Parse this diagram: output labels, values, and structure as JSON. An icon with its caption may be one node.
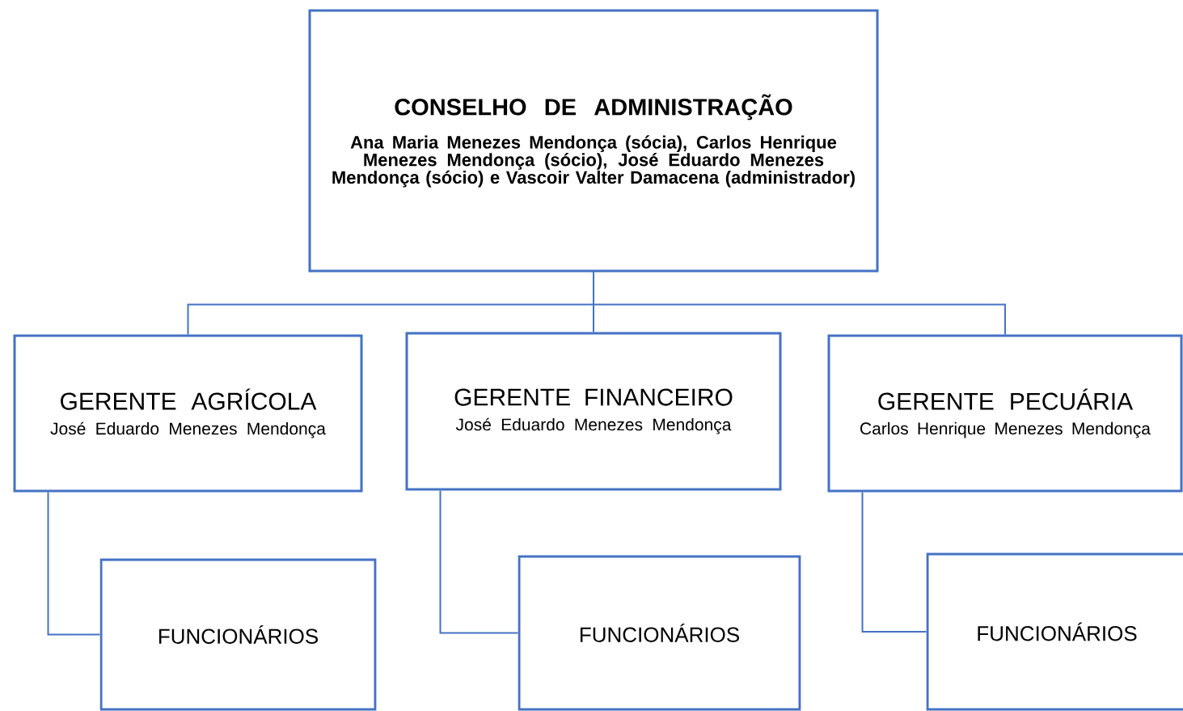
{
  "diagram": {
    "nodes": [
      {
        "text": [
          "CONSELHO DE ADMINISTRAÇÃO",
          "Ana Maria Menezes Mendonça (sócia), Carlos Henrique Menezes Mendonça (sócio), José Eduardo Menezes Mendonça (sócio) e Vascoir Valter Damacena (administrador)"
        ]
      },
      {
        "text": [
          "GERENTE AGRÍCOLA",
          "José Eduardo Menezes Mendonça"
        ]
      },
      {
        "text": [
          "GERENTE FINANCEIRO",
          "José Eduardo Menezes Mendonça"
        ]
      },
      {
        "text": [
          "GERENTE PECUÁRIA",
          "Carlos Henrique Menezes Mendonça"
        ]
      },
      {
        "text": [
          "FUNCIONÁRIOS"
        ]
      },
      {
        "text": [
          "FUNCIONÁRIOS"
        ]
      },
      {
        "text": [
          "FUNCIONÁRIOS"
        ]
      }
    ],
    "edges": [
      {
        "from": 0,
        "to": 1,
        "arrow": "none"
      },
      {
        "from": 0,
        "to": 2,
        "arrow": "none"
      },
      {
        "from": 0,
        "to": 3,
        "arrow": "none"
      },
      {
        "from": 1,
        "to": 4,
        "arrow": "none"
      },
      {
        "from": 2,
        "to": 5,
        "arrow": "none"
      },
      {
        "from": 3,
        "to": 6,
        "arrow": "none"
      }
    ]
  }
}
